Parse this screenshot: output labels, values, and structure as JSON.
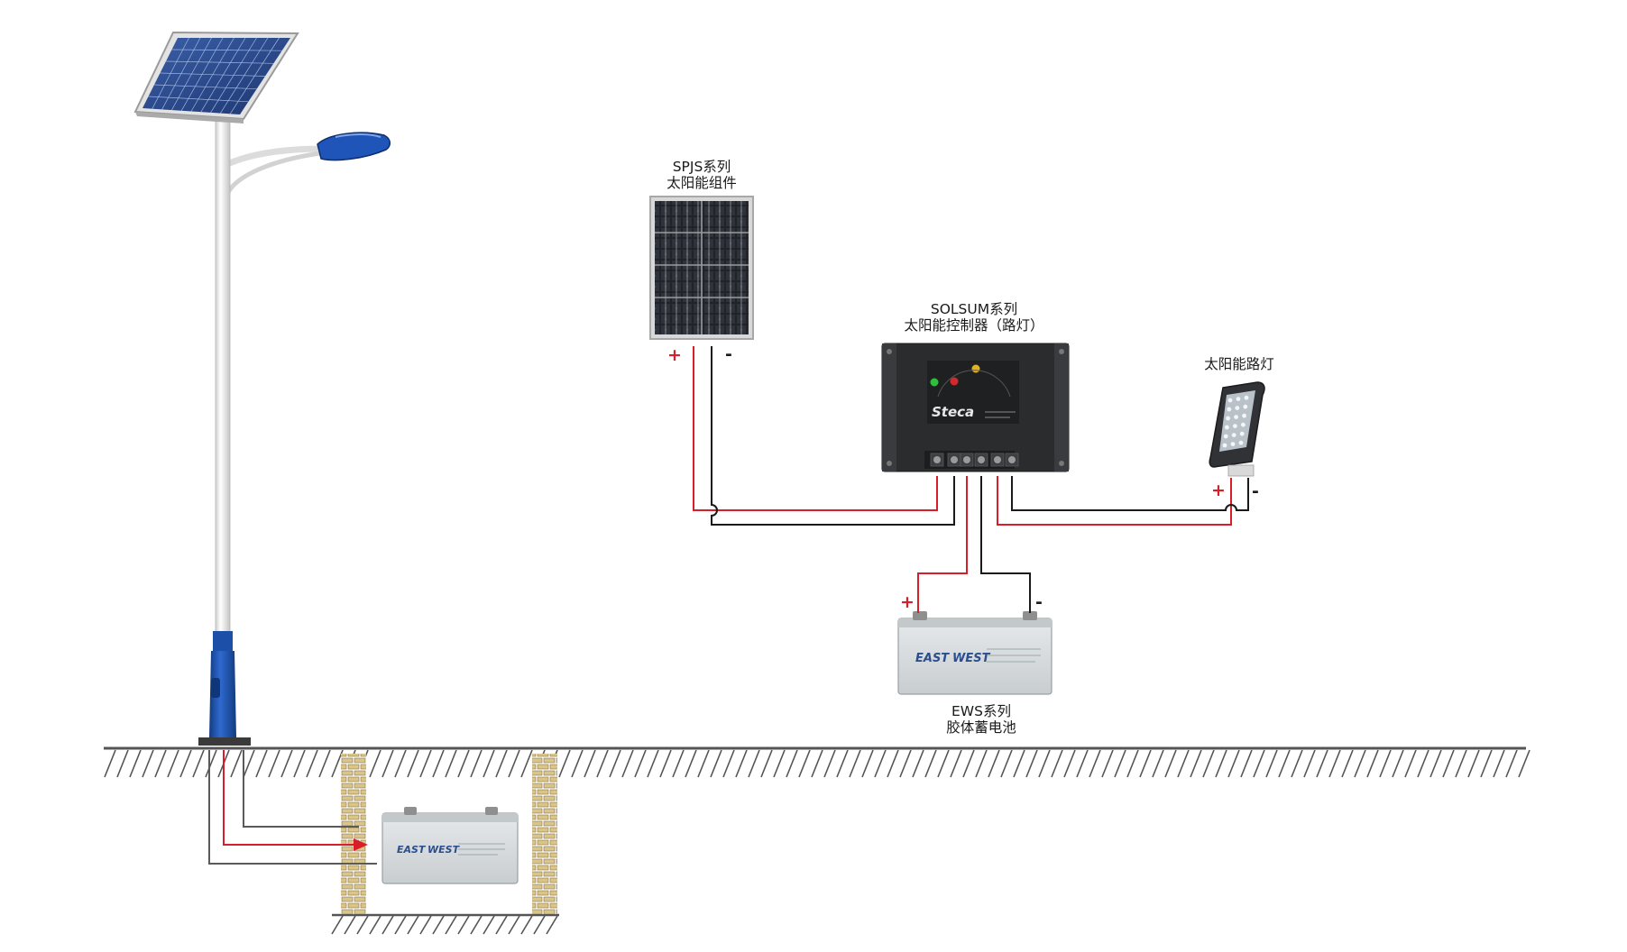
{
  "labels": {
    "panel_series": "SPJS系列",
    "panel_name": "太阳能组件",
    "controller_series": "SOLSUM系列",
    "controller_name": "太阳能控制器（路灯）",
    "lamp_name": "太阳能路灯",
    "battery_series": "EWS系列",
    "battery_name": "胶体蓄电池"
  },
  "signs": {
    "plus": "+",
    "minus": "-"
  },
  "brands": {
    "controller_logo": "Steca",
    "battery_east": "EAST",
    "battery_west": "WEST"
  },
  "colors": {
    "positive_wire": "#d81e28",
    "negative_wire": "#1a1a1a",
    "ground_line": "#555555",
    "pole_white": "#f2f2f2",
    "pole_blue": "#1c5ab4",
    "brick": "#d9c48a",
    "battery_case": "#d6dadc"
  }
}
